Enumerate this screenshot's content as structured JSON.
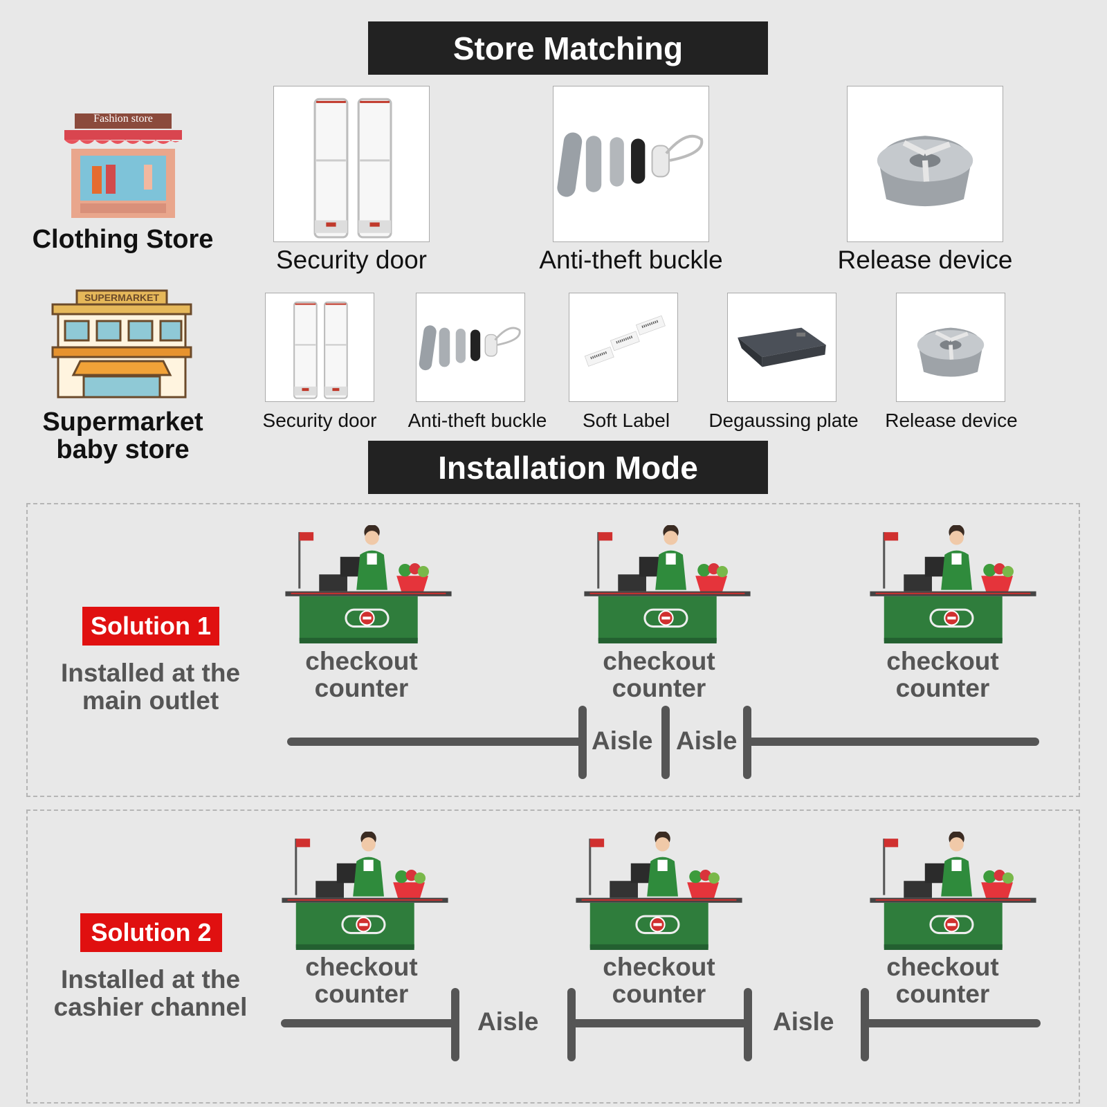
{
  "store_matching": {
    "title": "Store Matching",
    "clothing": {
      "sign": "Fashion store",
      "label": "Clothing Store",
      "items": [
        "Security door",
        "Anti-theft buckle",
        "Release device"
      ]
    },
    "supermarket": {
      "sign": "SUPERMARKET",
      "label_line1": "Supermarket",
      "label_line2": "baby store",
      "items": [
        "Security door",
        "Anti-theft buckle",
        "Soft Label",
        "Degaussing plate",
        "Release device"
      ]
    }
  },
  "installation_mode": {
    "title": "Installation Mode",
    "solution1": {
      "badge": "Solution 1",
      "desc_line1": "Installed at the",
      "desc_line2": "main outlet",
      "counter_line1": "checkout",
      "counter_line2": "counter",
      "aisles": [
        "Aisle",
        "Aisle"
      ]
    },
    "solution2": {
      "badge": "Solution 2",
      "desc_line1": "Installed at the",
      "desc_line2": "cashier channel",
      "counter_line1": "checkout",
      "counter_line2": "counter",
      "aisles": [
        "Aisle",
        "Aisle"
      ]
    }
  },
  "colors": {
    "banner": "#222222",
    "badge": "#e01010",
    "counter_green": "#2f7d3c",
    "muted_text": "#555555"
  }
}
